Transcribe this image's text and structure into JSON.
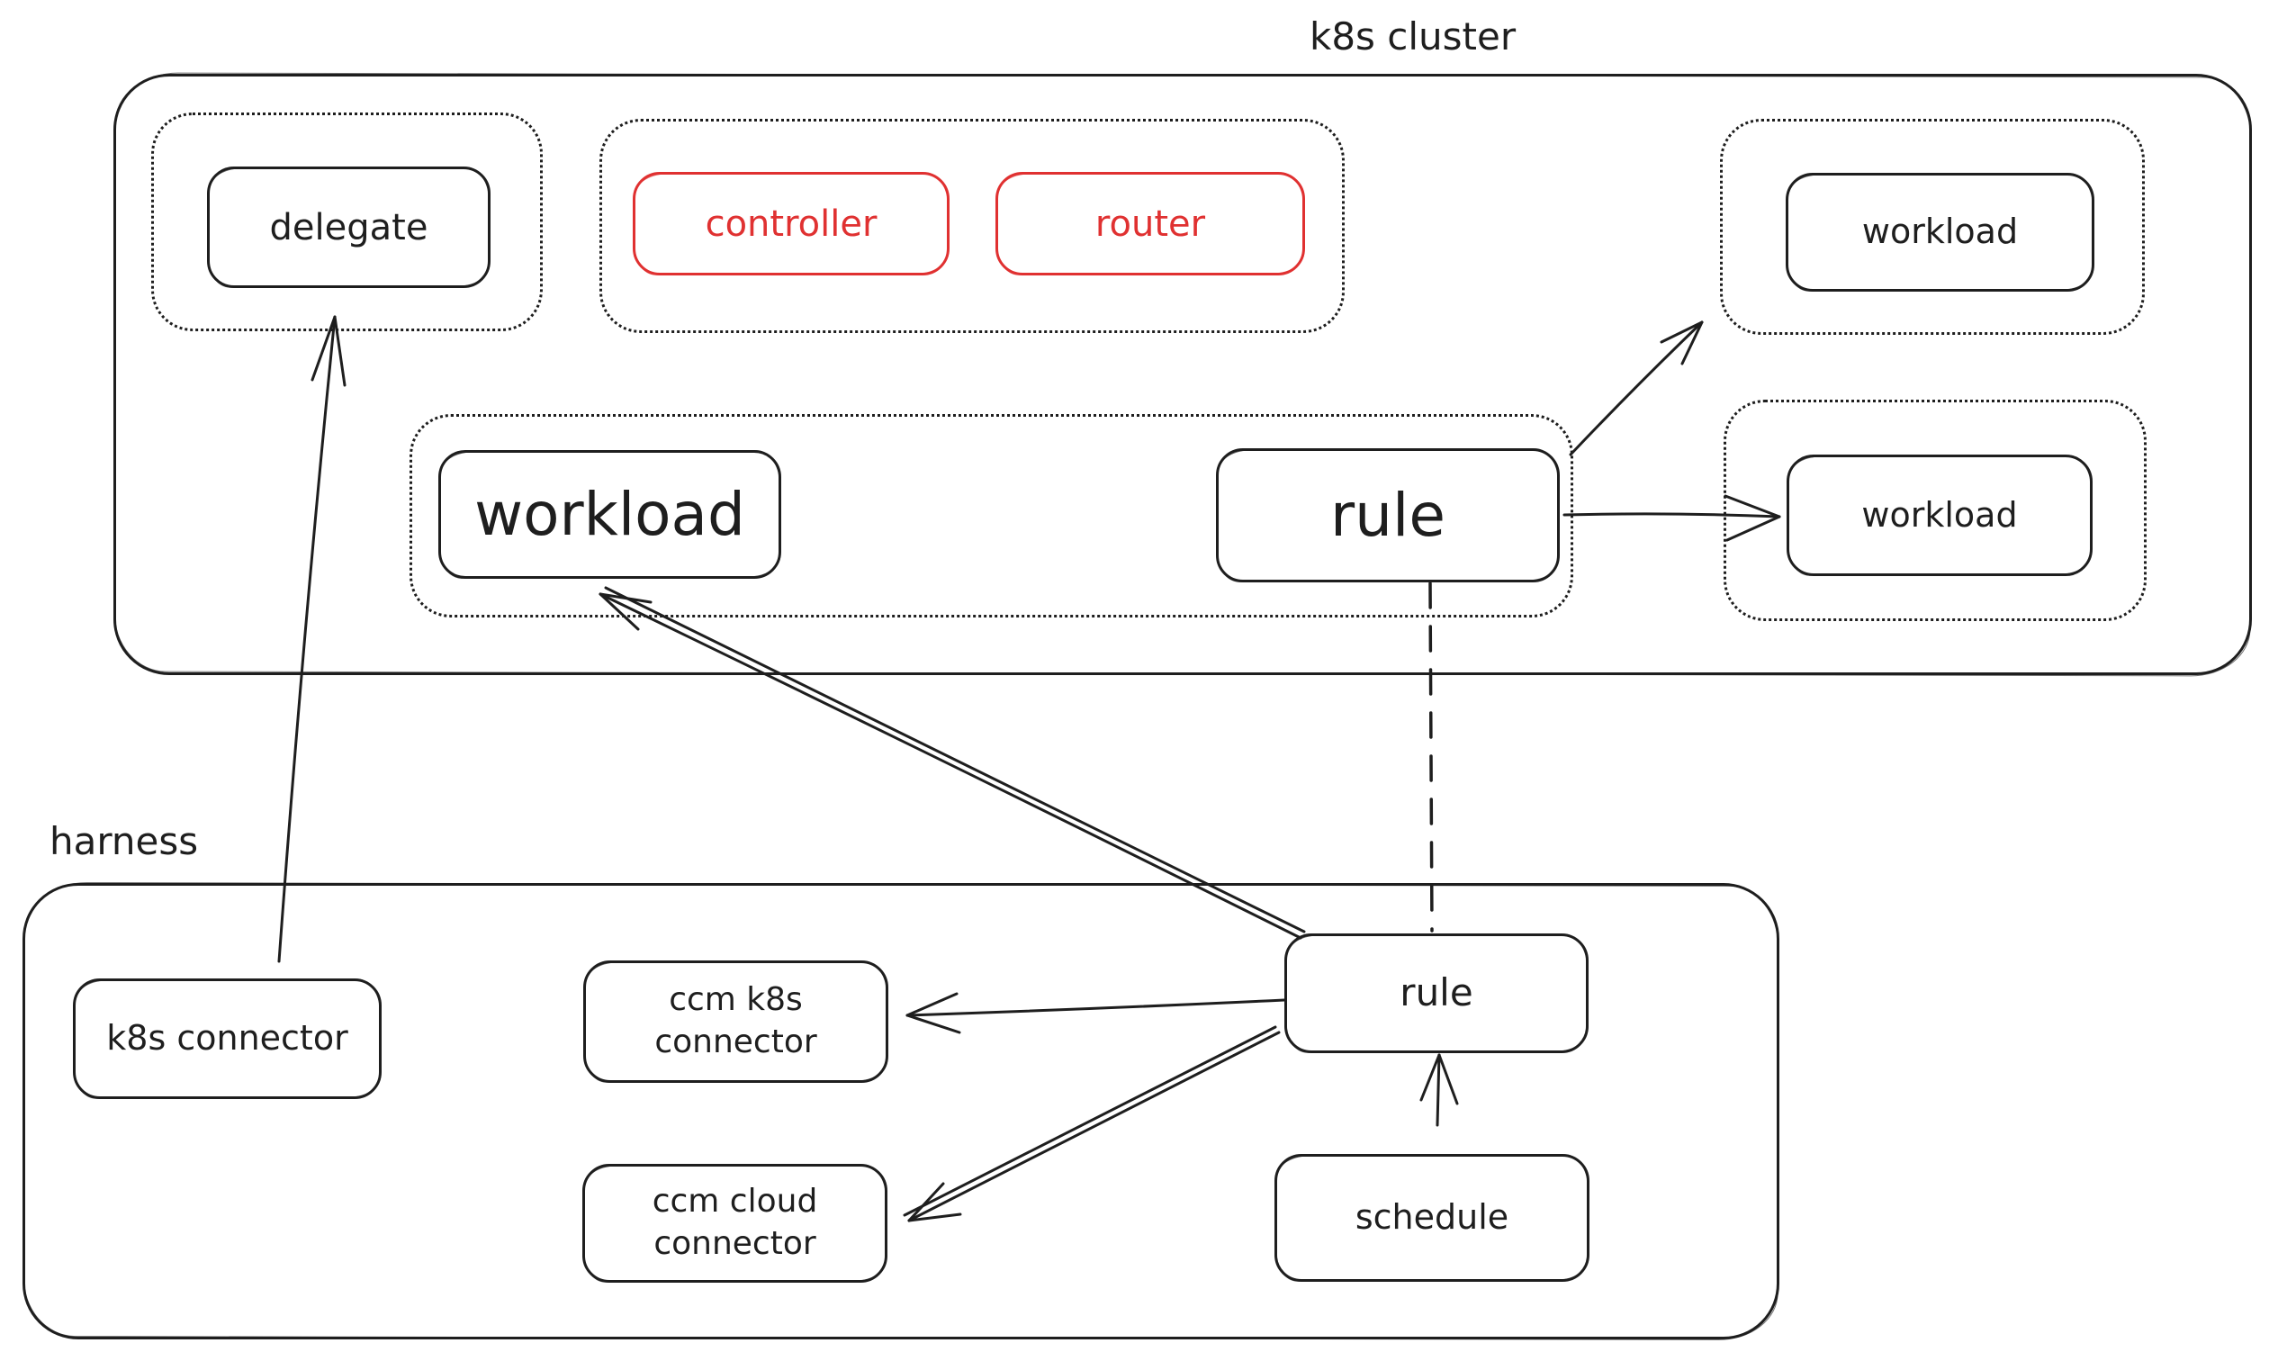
{
  "diagram": {
    "title_labels": {
      "k8s_cluster": "k8s cluster",
      "harness": "harness"
    },
    "colors": {
      "background": "#ffffff",
      "stroke": "#1e1e1e",
      "accent_red": "#e03131"
    },
    "nodes": {
      "delegate": {
        "label": "delegate",
        "color": "black",
        "container": "k8s cluster"
      },
      "controller": {
        "label": "controller",
        "color": "red",
        "container": "k8s cluster"
      },
      "router": {
        "label": "router",
        "color": "red",
        "container": "k8s cluster"
      },
      "workload_top_right": {
        "label": "workload",
        "color": "black",
        "container": "k8s cluster"
      },
      "workload_middle": {
        "label": "workload",
        "color": "black",
        "container": "k8s cluster"
      },
      "rule_k8s": {
        "label": "rule",
        "color": "black",
        "container": "k8s cluster"
      },
      "workload_right": {
        "label": "workload",
        "color": "black",
        "container": "k8s cluster"
      },
      "k8s_connector": {
        "label": "k8s connector",
        "color": "black",
        "container": "harness"
      },
      "ccm_k8s_connector": {
        "label": "ccm k8s connector",
        "color": "black",
        "container": "harness"
      },
      "ccm_cloud_connector": {
        "label": "ccm cloud connector",
        "color": "black",
        "container": "harness"
      },
      "rule_harness": {
        "label": "rule",
        "color": "black",
        "container": "harness"
      },
      "schedule": {
        "label": "schedule",
        "color": "black",
        "container": "harness"
      }
    },
    "edges": [
      {
        "id": "k8s-connector-to-delegate",
        "from": "k8s_connector",
        "to": "delegate",
        "style": "solid-arrow"
      },
      {
        "id": "rule-harness-to-workload-middle",
        "from": "rule_harness",
        "to": "workload_middle",
        "style": "solid-arrow-double"
      },
      {
        "id": "rule-k8s-to-rule-harness",
        "from": "rule_k8s",
        "to": "rule_harness",
        "style": "dashed-line"
      },
      {
        "id": "rule-k8s-to-workload-top-right",
        "from": "rule_k8s",
        "to": "workload_top_right",
        "style": "solid-arrow"
      },
      {
        "id": "rule-k8s-to-workload-right",
        "from": "rule_k8s",
        "to": "workload_right",
        "style": "solid-arrow"
      },
      {
        "id": "rule-harness-to-ccm-k8s-connector",
        "from": "rule_harness",
        "to": "ccm_k8s_connector",
        "style": "solid-arrow"
      },
      {
        "id": "rule-harness-to-ccm-cloud-connector",
        "from": "rule_harness",
        "to": "ccm_cloud_connector",
        "style": "solid-arrow"
      },
      {
        "id": "schedule-to-rule-harness",
        "from": "schedule",
        "to": "rule_harness",
        "style": "solid-arrow"
      }
    ]
  }
}
